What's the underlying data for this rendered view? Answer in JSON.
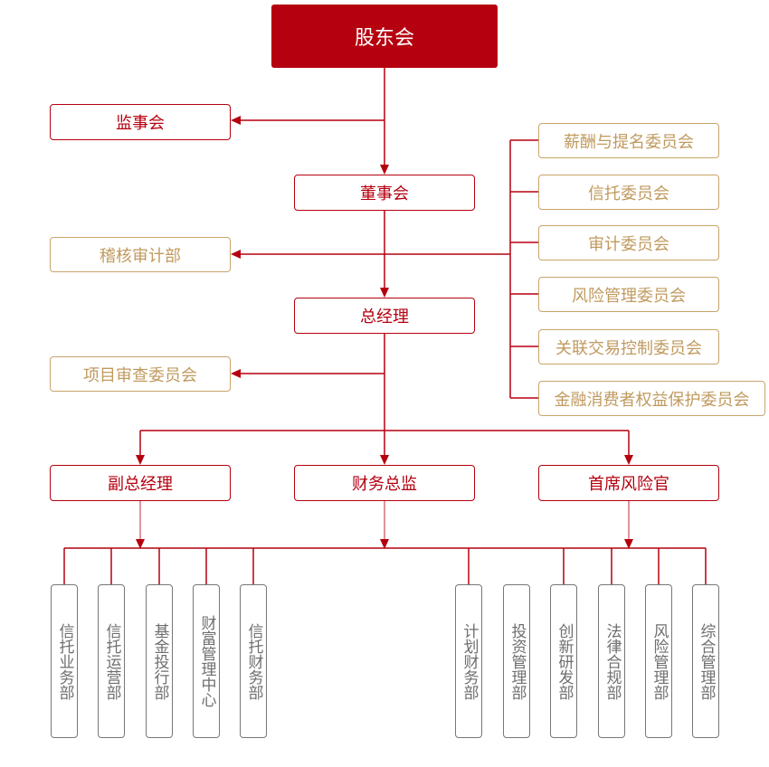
{
  "colors": {
    "primary": "#b5000f",
    "gold": "#c09a5e",
    "gold_border": "#c9a46a",
    "connector_light": "#d9707a",
    "dept_border": "#777777",
    "dept_text": "#6e6e6e"
  },
  "top": {
    "label": "股东会"
  },
  "supervisory": {
    "label": "监事会"
  },
  "board": {
    "label": "董事会"
  },
  "audit_dept": {
    "label": "稽核审计部"
  },
  "general_manager": {
    "label": "总经理"
  },
  "project_review": {
    "label": "项目审查委员会"
  },
  "committees": [
    {
      "label": "薪酬与提名委员会"
    },
    {
      "label": "信托委员会"
    },
    {
      "label": "审计委员会"
    },
    {
      "label": "风险管理委员会"
    },
    {
      "label": "关联交易控制委员会"
    },
    {
      "label": "金融消费者权益保护委员会"
    }
  ],
  "executives": [
    {
      "label": "副总经理"
    },
    {
      "label": "财务总监"
    },
    {
      "label": "首席风险官"
    }
  ],
  "departments": [
    {
      "label": "信托业务部",
      "connected": true
    },
    {
      "label": "信托运营部",
      "connected": true
    },
    {
      "label": "基金投行部",
      "connected": true
    },
    {
      "label": "财富管理中心",
      "connected": true
    },
    {
      "label": "信托财务部",
      "connected": true
    },
    {
      "label": "计划财务部",
      "connected": true
    },
    {
      "label": "投资管理部",
      "connected": false
    },
    {
      "label": "创新研发部",
      "connected": true
    },
    {
      "label": "法律合规部",
      "connected": true
    },
    {
      "label": "风险管理部",
      "connected": true
    },
    {
      "label": "综合管理部",
      "connected": true
    }
  ]
}
